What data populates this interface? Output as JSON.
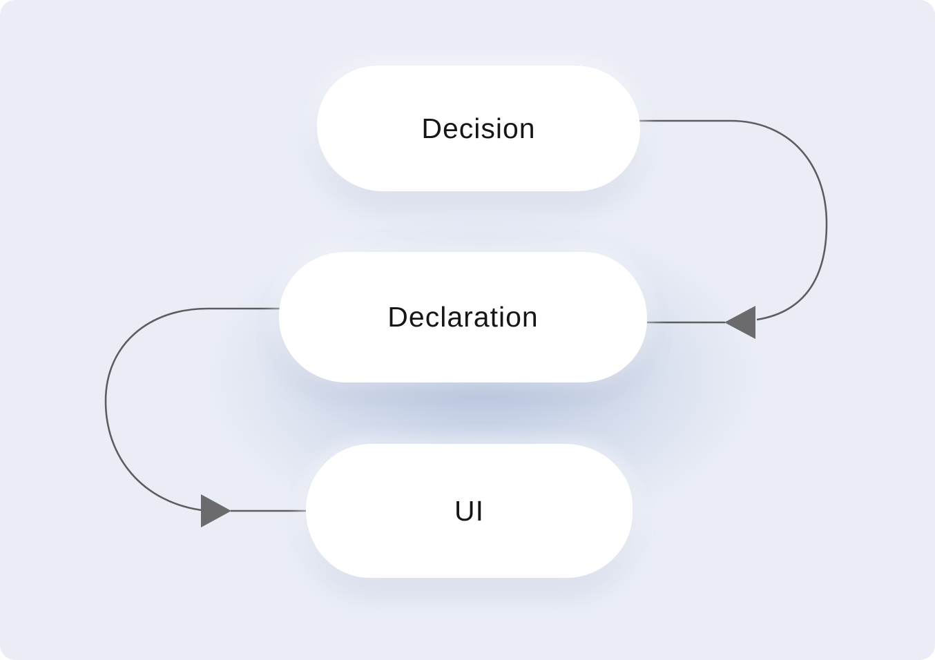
{
  "colors": {
    "page_bg": "#ffffff",
    "canvas_base": "#eaedf6",
    "glow": "#bcc9e2",
    "line": "#5d5d5f",
    "arrow": "#6b6b6d",
    "node_fill": "#ffffff",
    "text": "#161616"
  },
  "diagram": {
    "nodes": [
      {
        "id": "decision",
        "label": "Decision"
      },
      {
        "id": "declaration",
        "label": "Declaration"
      },
      {
        "id": "ui",
        "label": "UI"
      }
    ],
    "edges": [
      {
        "from": "Decision",
        "to": "Declaration",
        "path": "loops right and down",
        "arrowhead": "solid triangle pointing left into Declaration"
      },
      {
        "from": "Declaration",
        "to": "UI",
        "path": "loops left and down",
        "arrowhead": "solid triangle pointing right into UI"
      }
    ]
  }
}
